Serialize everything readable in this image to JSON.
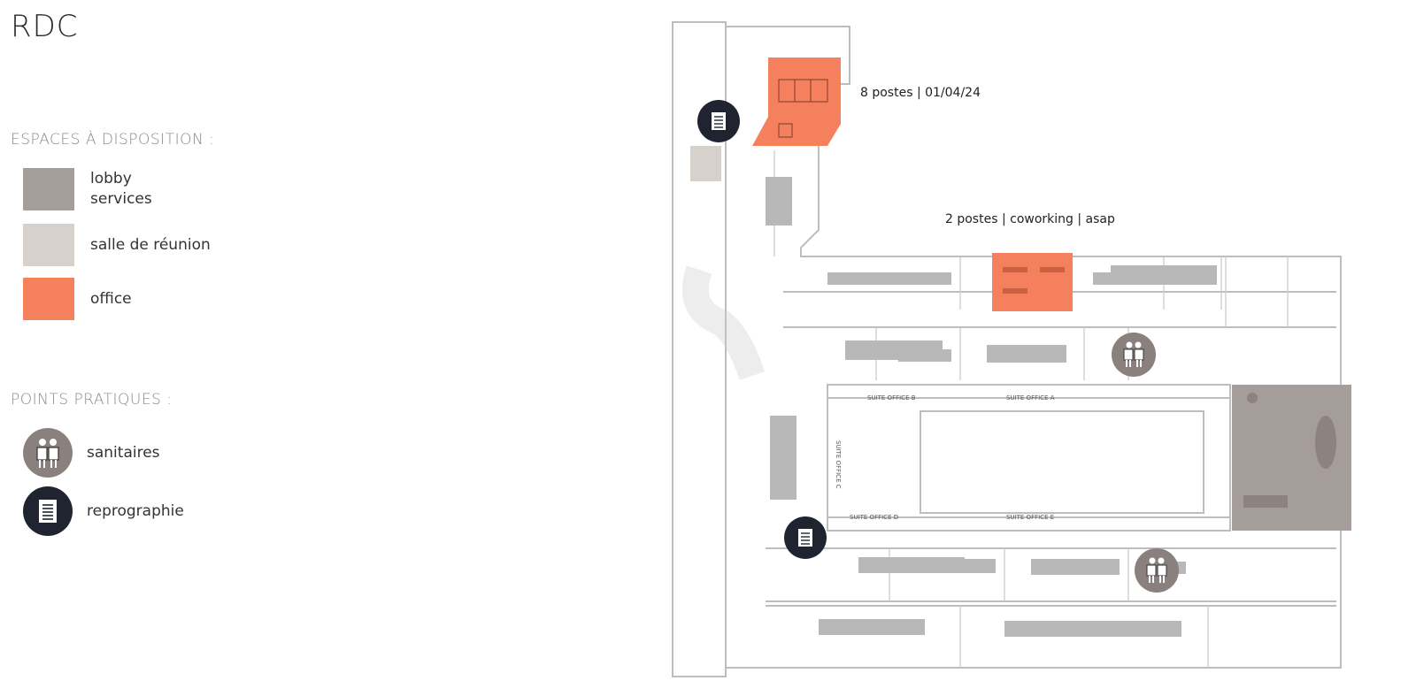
{
  "floor": "RDC",
  "legend": {
    "spaces_title": "ESPACES À DISPOSITION :",
    "spaces": [
      {
        "label_lines": [
          "lobby",
          "services"
        ],
        "color": "#a59d9a"
      },
      {
        "label_lines": [
          "salle de réunion"
        ],
        "color": "#d6d1cb"
      },
      {
        "label_lines": [
          "office"
        ],
        "color": "#f5805e"
      }
    ],
    "practical_title": "POINTS PRATIQUES :",
    "practical": [
      {
        "label": "sanitaires",
        "icon": "restroom-icon",
        "color": "#8a817e"
      },
      {
        "label": "reprographie",
        "icon": "document-icon",
        "color": "#1f2430"
      }
    ]
  },
  "plan": {
    "annotations": {
      "office_a": "8 postes | 01/04/24",
      "office_b": "2 postes | coworking | asap"
    },
    "room_labels": [
      "SUITE OFFICE B",
      "SUITE OFFICE A",
      "SUITE OFFICE C",
      "SUITE OFFICE D",
      "SUITE OFFICE E"
    ],
    "colors": {
      "office": "#f5805e",
      "lobby": "#a59d9a",
      "meeting": "#d6d1cb",
      "wall": "#bdbdbd",
      "desk": "#b8b8b8"
    }
  }
}
